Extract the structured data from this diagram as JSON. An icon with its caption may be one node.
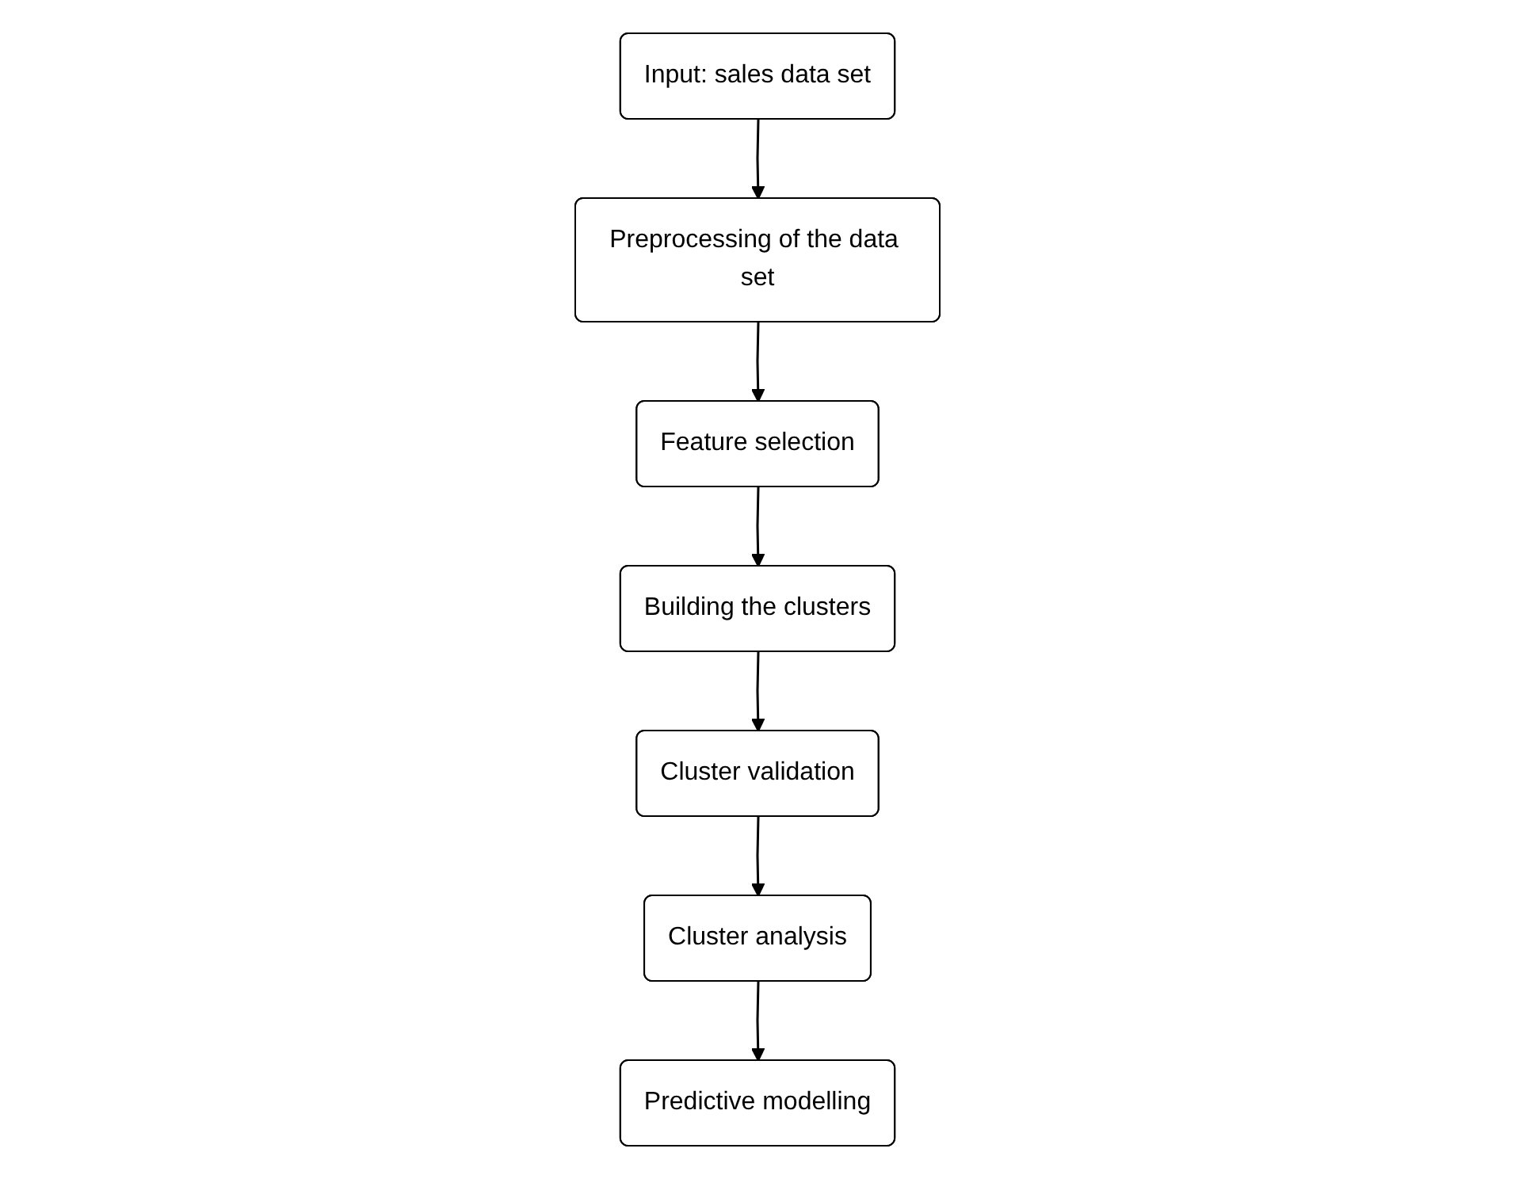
{
  "diagram": {
    "nodes": [
      {
        "text": [
          "Input: sales data set"
        ]
      },
      {
        "text": [
          "Preprocessing of the data set"
        ]
      },
      {
        "text": [
          "Feature selection"
        ]
      },
      {
        "text": [
          "Building the clusters"
        ]
      },
      {
        "text": [
          "Cluster validation"
        ]
      },
      {
        "text": [
          "Cluster analysis"
        ]
      },
      {
        "text": [
          "Predictive modelling"
        ]
      }
    ],
    "edges": [
      {
        "from": 0,
        "to": 1,
        "arrow": "to"
      },
      {
        "from": 1,
        "to": 2,
        "arrow": "to"
      },
      {
        "from": 2,
        "to": 3,
        "arrow": "to"
      },
      {
        "from": 3,
        "to": 4,
        "arrow": "to"
      },
      {
        "from": 4,
        "to": 5,
        "arrow": "to"
      },
      {
        "from": 5,
        "to": 6,
        "arrow": "to"
      }
    ]
  }
}
